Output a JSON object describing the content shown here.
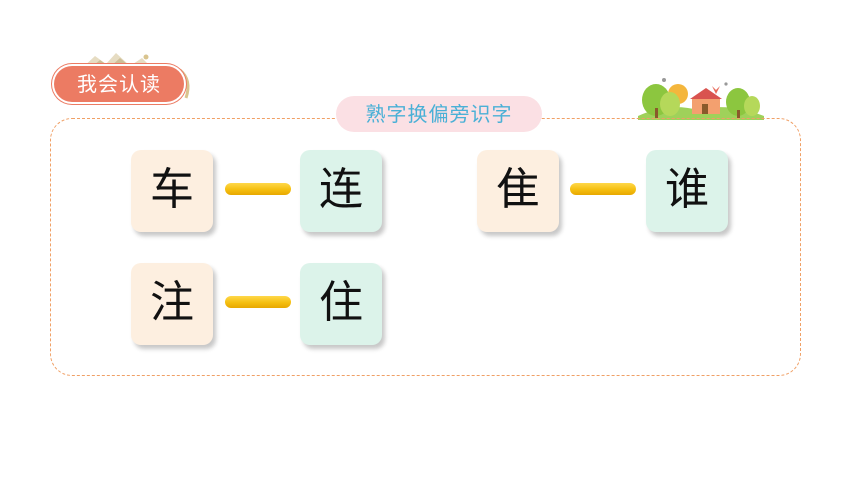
{
  "header": {
    "badge_label": "我会认读",
    "subtitle": "熟字换偏旁识字"
  },
  "pairs": [
    {
      "known": "车",
      "new": "连"
    },
    {
      "known": "隹",
      "new": "谁"
    },
    {
      "known": "注",
      "new": "住"
    }
  ],
  "colors": {
    "badge": "#ec7b63",
    "subtitle_bg": "#fbe0e4",
    "subtitle_text": "#4ab0d6",
    "panel_border": "#f0a066",
    "known_card": "#fdefe0",
    "new_card": "#dcf3ea",
    "connector": "#f5bf10"
  }
}
